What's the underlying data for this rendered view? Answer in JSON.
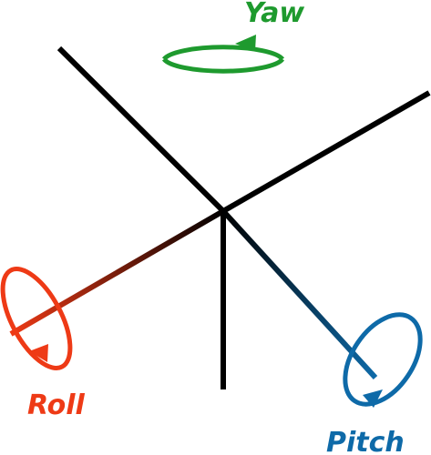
{
  "labels": {
    "yaw": "Yaw",
    "roll": "Roll",
    "pitch": "Pitch"
  },
  "colors": {
    "axis": "#000000",
    "yaw": "#1e9a2e",
    "yaw_dark": "#0b5e16",
    "roll": "#ee3a16",
    "roll_dark": "#4a0e00",
    "pitch": "#0e6aa8",
    "pitch_dark": "#0a2f4a"
  }
}
